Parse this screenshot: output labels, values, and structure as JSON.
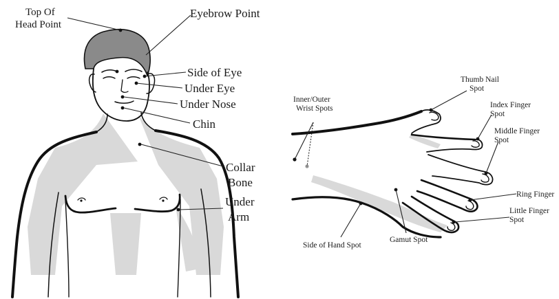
{
  "body_labels": {
    "top_of_head_1": "Top Of",
    "top_of_head_2": "Head Point",
    "eyebrow": "Eyebrow Point",
    "side_of_eye": "Side of Eye",
    "under_eye": "Under Eye",
    "under_nose": "Under Nose",
    "chin": "Chin",
    "collar_bone_1": "Collar",
    "collar_bone_2": "Bone",
    "under_arm_1": "Under",
    "under_arm_2": "Arm"
  },
  "hand_labels": {
    "wrist_1": "Inner/Outer",
    "wrist_2": "Wrist Spots",
    "thumb_1": "Thumb Nail",
    "thumb_2": "Spot",
    "index_1": "Index Finger",
    "index_2": "Spot",
    "middle_1": "Middle Finger",
    "middle_2": "Spot",
    "ring": "Ring Finger",
    "little_1": "Little Finger",
    "little_2": "Spot",
    "side_of_hand": "Side of Hand Spot",
    "gamut": "Gamut Spot"
  }
}
